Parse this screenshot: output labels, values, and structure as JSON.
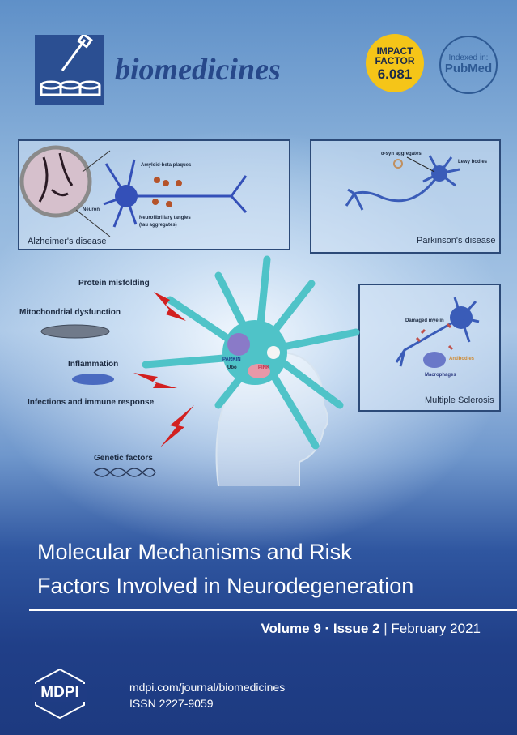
{
  "journal": {
    "name": "biomedicines"
  },
  "badges": {
    "impact_factor": {
      "line1": "IMPACT",
      "line2": "FACTOR",
      "value": "6.081"
    },
    "indexed": {
      "label": "Indexed in:",
      "name": "PubMed"
    }
  },
  "panels": {
    "alzheimer": {
      "caption": "Alzheimer's disease",
      "labels": [
        "Amyloid-beta plaques",
        "Neuron",
        "Neurofibrillary tangles",
        "(tau aggregates)"
      ]
    },
    "parkinson": {
      "caption": "Parkinson's disease",
      "labels": [
        "α-syn aggregates",
        "Lewy bodies"
      ]
    },
    "ms": {
      "caption": "Multiple Sclerosis",
      "labels": [
        "Damaged myelin",
        "Antibodies",
        "Macrophages"
      ]
    }
  },
  "factors": [
    "Protein misfolding",
    "Mitochondrial dysfunction",
    "Inflammation",
    "Infections and  immune response",
    "Genetic factors"
  ],
  "center_labels": [
    "PARKIN",
    "Ubo",
    "PINK"
  ],
  "title": {
    "line1": "Molecular Mechanisms and Risk",
    "line2": "Factors Involved in Neurodegeneration"
  },
  "issue": {
    "volume": "Volume 9",
    "sep": " · ",
    "issue": "Issue 2",
    "date": "February 2021"
  },
  "publisher": {
    "logo": "MDPI",
    "url": "mdpi.com/journal/biomedicines",
    "issn": "ISSN 2227-9059"
  },
  "colors": {
    "brand": "#27488a",
    "impact": "#f5c518",
    "neuron_blue": "#3a5cb8",
    "neuron_cyan": "#4fc3c8",
    "bolt": "#d22020"
  }
}
